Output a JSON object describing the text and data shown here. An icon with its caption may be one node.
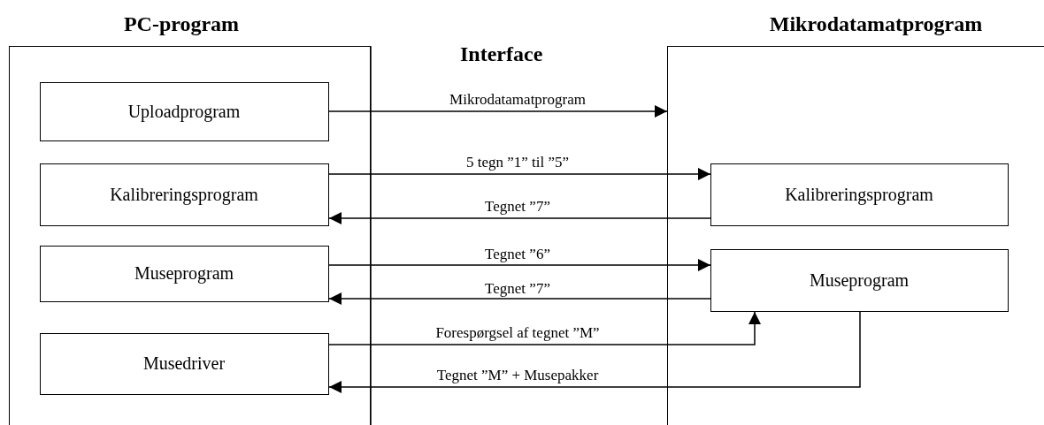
{
  "diagram": {
    "nodes": [
      {
        "text": [
          "PC-program"
        ]
      },
      {
        "text": [
          "Uploadprogram"
        ],
        "in": 0
      },
      {
        "text": [
          "Kalibreringsprogram"
        ],
        "in": 0
      },
      {
        "text": [
          "Museprogram"
        ],
        "in": 0
      },
      {
        "text": [
          "Musedriver"
        ],
        "in": 0
      },
      {
        "text": [
          "Mikrodatamatprogram"
        ]
      },
      {
        "text": [
          "Kalibreringsprogram"
        ],
        "in": 5
      },
      {
        "text": [
          "Museprogram"
        ],
        "in": 5
      }
    ],
    "edges": [
      {
        "from": 1,
        "to": 5,
        "arrow": "to",
        "label": "Mikrodatamatprogram"
      },
      {
        "from": 2,
        "to": 6,
        "arrow": "to",
        "label": "5 tegn ”1” til ”5”"
      },
      {
        "from": 6,
        "to": 2,
        "arrow": "to",
        "label": "Tegnet ”7”"
      },
      {
        "from": 3,
        "to": 7,
        "arrow": "to",
        "label": "Tegnet ”6”"
      },
      {
        "from": 7,
        "to": 3,
        "arrow": "to",
        "label": "Tegnet ”7”"
      },
      {
        "from": 4,
        "to": 7,
        "arrow": "to",
        "label": "Forespørgsel af tegnet ”M”"
      },
      {
        "from": 7,
        "to": 4,
        "arrow": "to",
        "label": "Tegnet ”M” + Musepakker"
      }
    ],
    "labels": [
      "Interface"
    ]
  }
}
